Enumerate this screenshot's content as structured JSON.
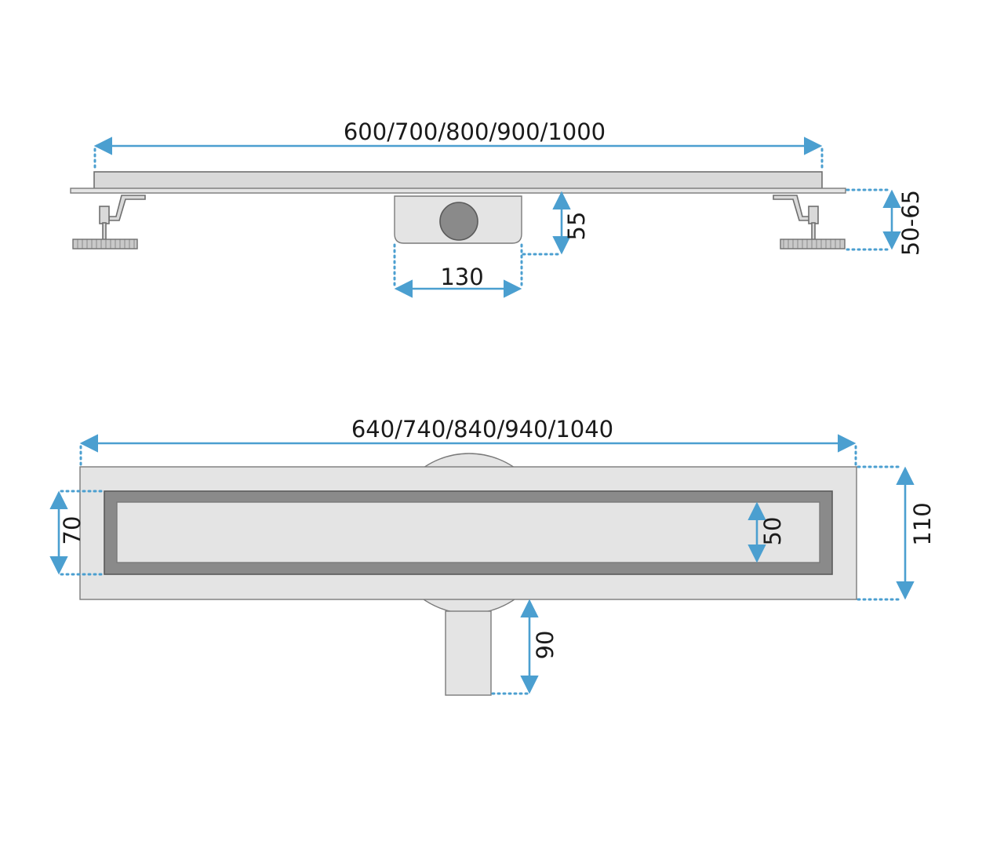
{
  "side_view": {
    "length_label": "600/700/800/900/1000",
    "outlet_width_label": "130",
    "outlet_height_label": "55",
    "feet_height_label": "50-65"
  },
  "top_view": {
    "length_label": "640/740/840/940/1040",
    "grate_width_label": "70",
    "inner_width_label": "50",
    "total_width_label": "110",
    "outlet_length_label": "90"
  },
  "colors": {
    "dimension": "#4b9fd0",
    "body": "#d9d9d9",
    "outline": "#6f6f6f",
    "dark": "#8a8a8a"
  }
}
